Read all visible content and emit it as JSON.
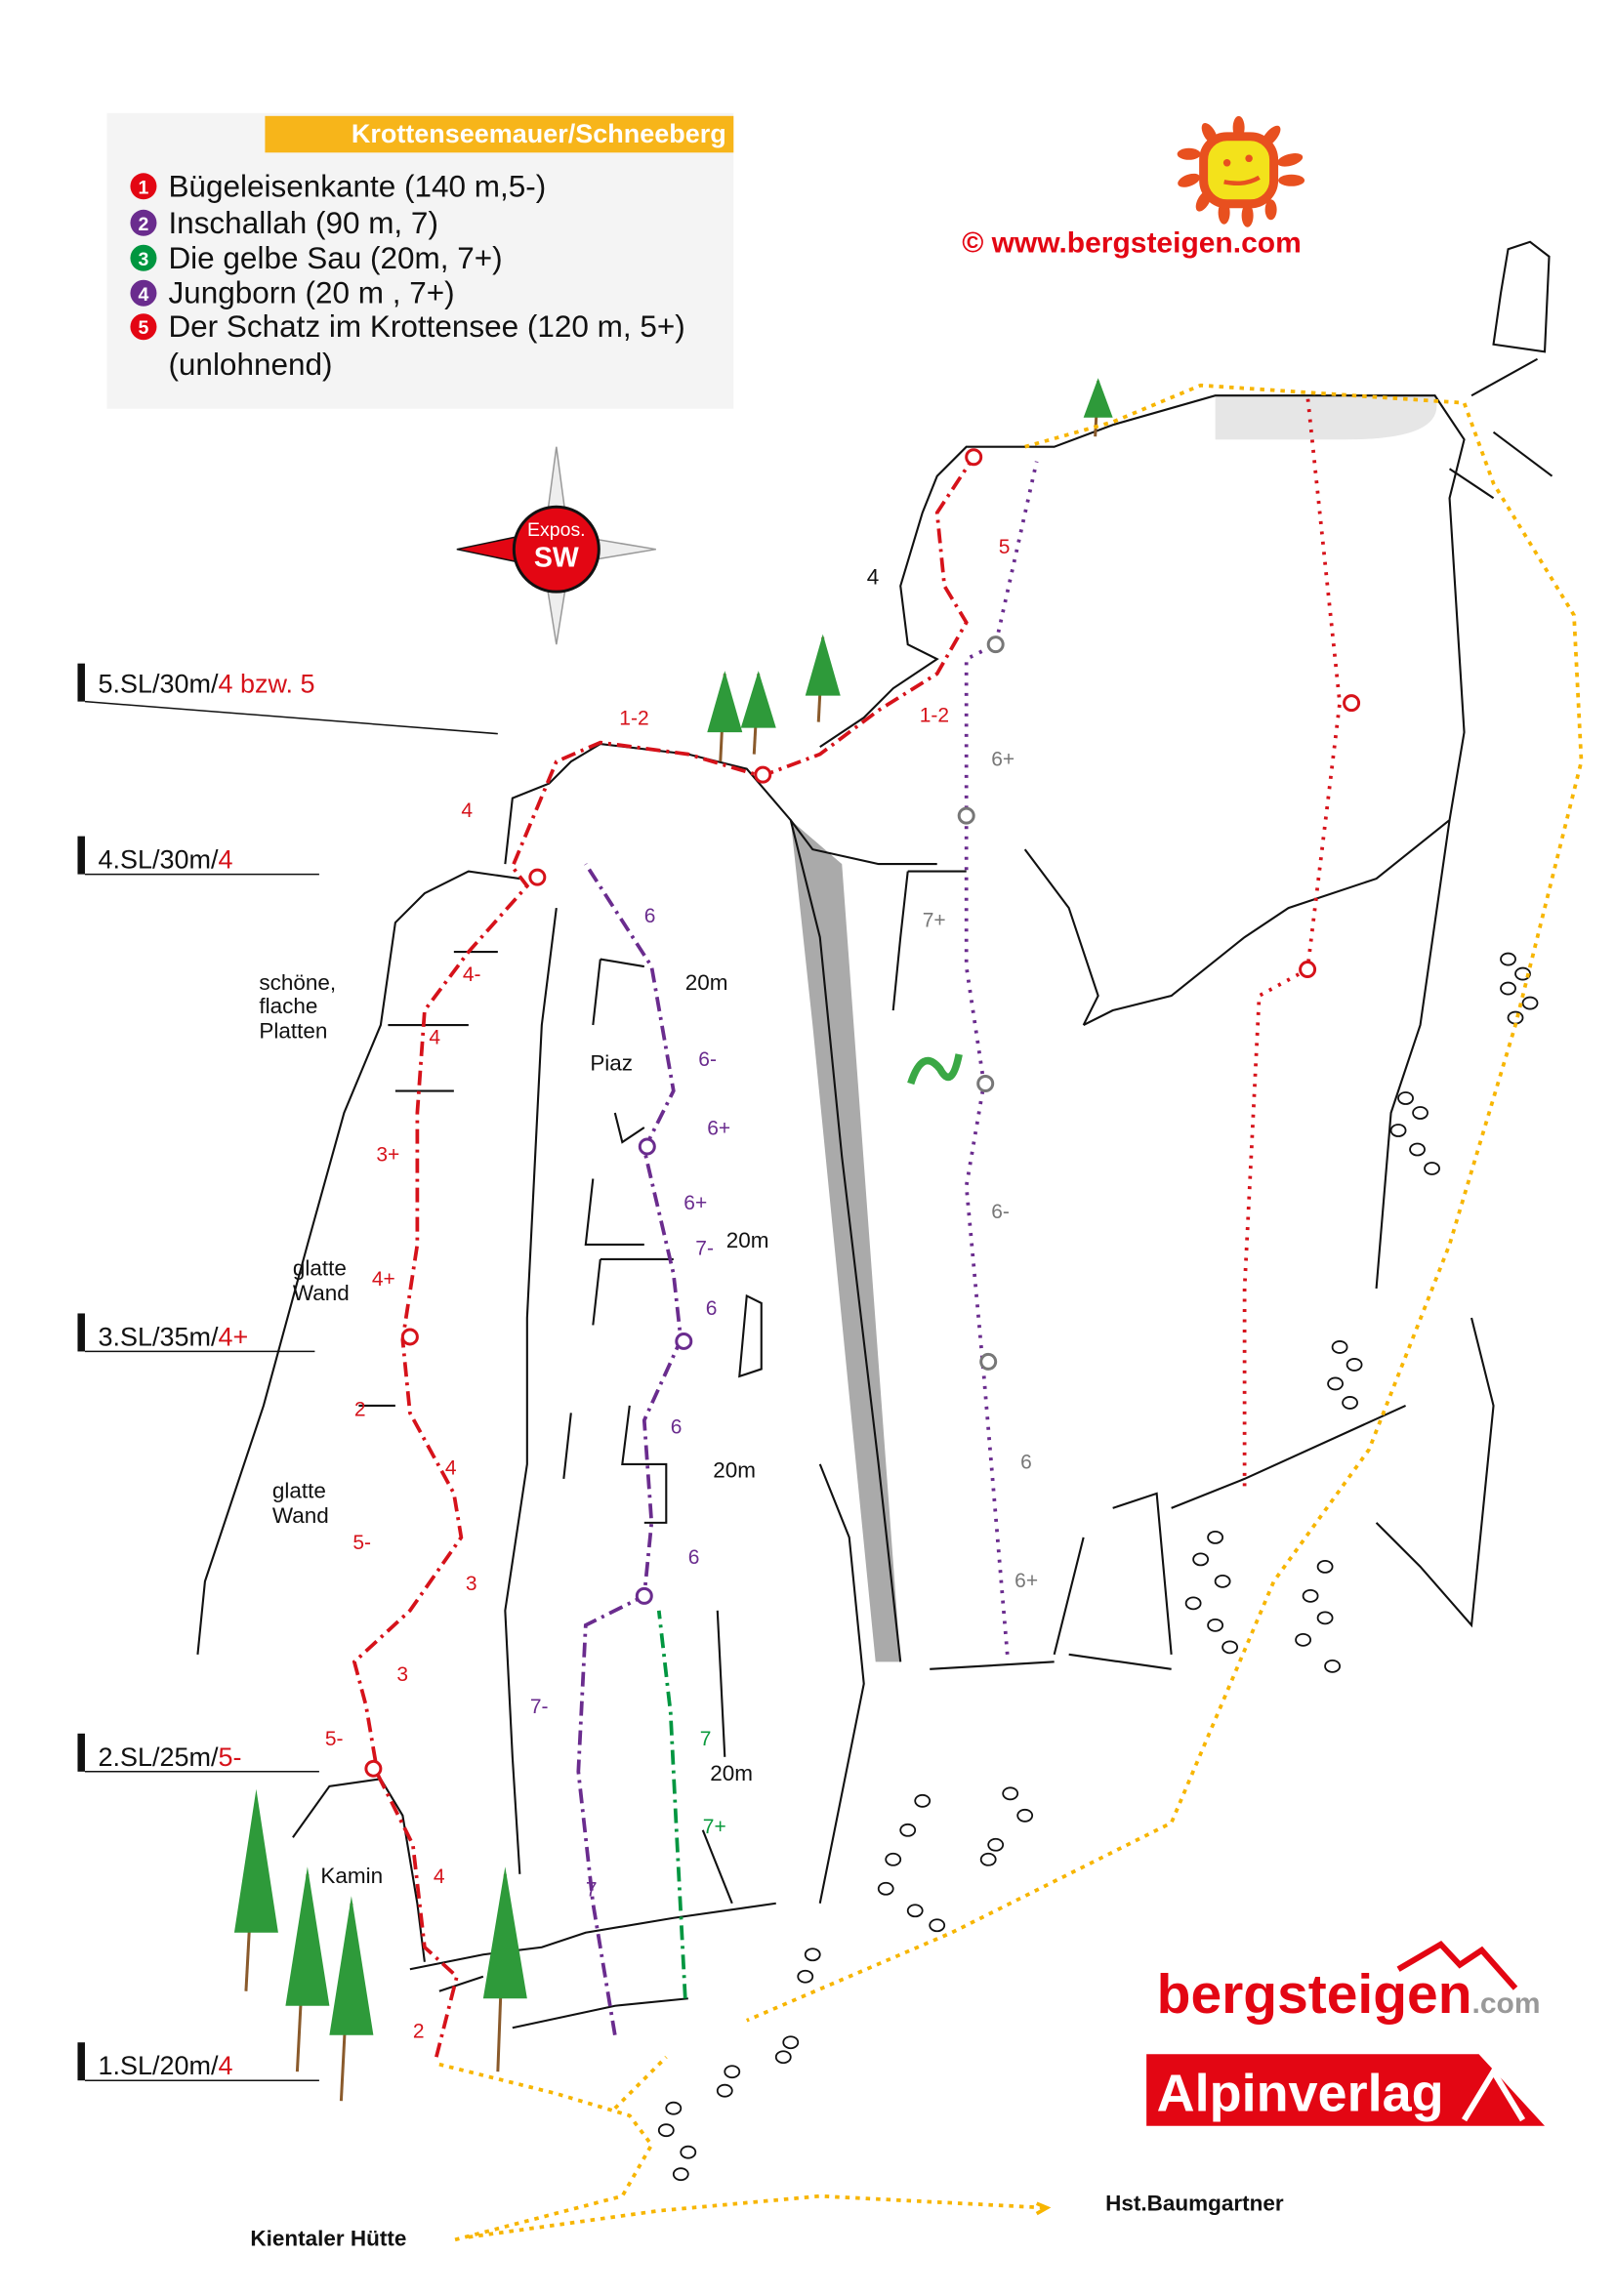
{
  "legend": {
    "title": "Krottenseemauer/Schneeberg",
    "routes": [
      {
        "num": "1",
        "label": "Bügeleisenkante (140 m,5-)",
        "color": "#e30613"
      },
      {
        "num": "2",
        "label": "Inschallah (90 m, 7)",
        "color": "#6a2c8e"
      },
      {
        "num": "3",
        "label": "Die gelbe Sau (20m, 7+)",
        "color": "#009640"
      },
      {
        "num": "4",
        "label": "Jungborn (20 m , 7+)",
        "color": "#6a2c8e"
      },
      {
        "num": "5",
        "label": "Der Schatz im Krottensee (120 m, 5+)",
        "color": "#e30613"
      }
    ],
    "route5_note": "(unlohnend)"
  },
  "copyright": "©  www.bergsteigen.com",
  "compass": {
    "line1": "Expos.",
    "line2": "SW"
  },
  "pitches": [
    {
      "prefix": "5.SL/30m/",
      "grade": "4 bzw. 5"
    },
    {
      "prefix": "4.SL/30m/",
      "grade": "4"
    },
    {
      "prefix": "3.SL/35m/",
      "grade": "4+"
    },
    {
      "prefix": "2.SL/25m/",
      "grade": "5-"
    },
    {
      "prefix": "1.SL/20m/",
      "grade": "4"
    }
  ],
  "notes": {
    "platten": [
      "schöne,",
      "flache",
      "Platten"
    ],
    "glatte1": [
      "glatte",
      "Wand"
    ],
    "glatte2": [
      "glatte",
      "Wand"
    ],
    "piaz": "Piaz",
    "kamin": "Kamin",
    "len1": "20m",
    "len2": "20m",
    "len3": "20m",
    "len4": "20m"
  },
  "grades_red": [
    "1-2",
    "1-2",
    "4",
    "4-",
    "4",
    "3+",
    "4+",
    "2",
    "4",
    "5-",
    "3",
    "3",
    "5-",
    "4",
    "2",
    "5",
    "4"
  ],
  "grades_purple": [
    "6",
    "6-",
    "6+",
    "6+",
    "7-",
    "6",
    "6",
    "6",
    "7-",
    "7"
  ],
  "grades_green": [
    "7",
    "7+"
  ],
  "grades_grey": [
    "6+",
    "7+",
    "6-",
    "6",
    "6+"
  ],
  "places": {
    "left": "Kientaler Hütte",
    "right": "Hst.Baumgartner"
  },
  "logos": {
    "bergsteigen": "bergsteigen",
    "com": ".com",
    "alpinverlag": "Alpinverlag"
  },
  "colors": {
    "red": "#e30613",
    "purple": "#6a2c8e",
    "green": "#009640",
    "orange": "#f7b500",
    "grey": "#808080"
  }
}
